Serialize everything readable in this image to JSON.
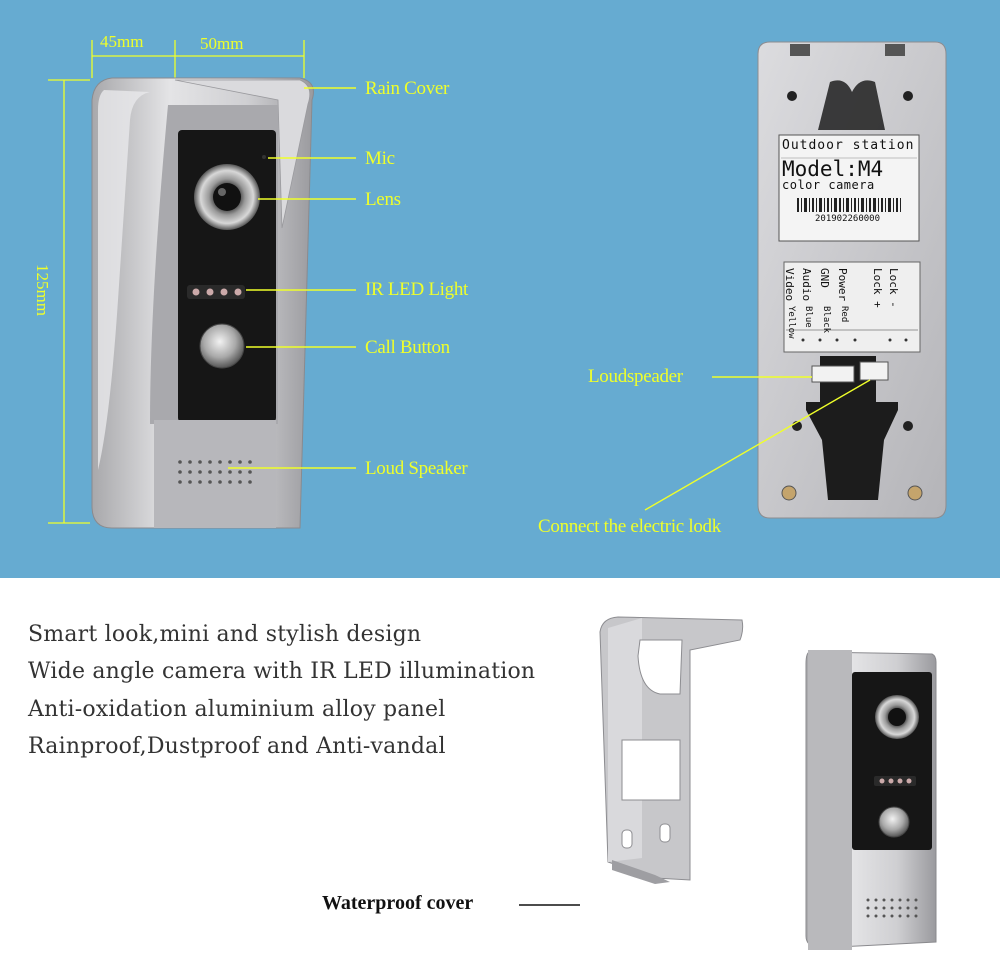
{
  "dimensions": {
    "width_a": "45mm",
    "width_b": "50mm",
    "height": "125mm"
  },
  "front_callouts": {
    "rain_cover": "Rain Cover",
    "mic": "Mic",
    "lens": "Lens",
    "ir_led": "IR LED Light",
    "call_button": "Call Button",
    "loud_speaker": "Loud Speaker"
  },
  "back_callouts": {
    "loudspeaker": "Loudspeader",
    "electric_lock": "Connect the electric lodk"
  },
  "label_plate": {
    "line1": "Outdoor station",
    "line2": "Model:M4",
    "line3": "color camera",
    "serial": "201902260000"
  },
  "terminal_labels": [
    "Video",
    "Audio",
    "GND",
    "Power",
    "Lock +",
    "Lock -"
  ],
  "wire_colors": [
    "Yellow",
    "Blue",
    "Black",
    "Red"
  ],
  "features": [
    "Smart look,mini and stylish design",
    "Wide angle camera with IR LED illumination",
    "Anti-oxidation aluminium alloy panel",
    "Rainproof,Dustproof and Anti-vandal"
  ],
  "waterproof_label": "Waterproof cover",
  "colors": {
    "top_background": "#66abd1",
    "callout_text": "#efff2a",
    "body_silver": "#c9c9cb",
    "panel_black": "#161616"
  }
}
